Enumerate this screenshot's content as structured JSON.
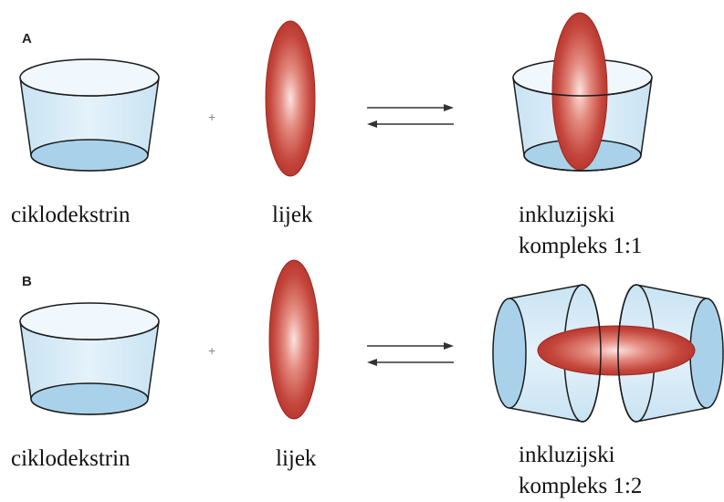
{
  "panel_a": {
    "letter": "A",
    "host_label": "ciklodekstrin",
    "plus": "+",
    "guest_label": "lijek",
    "complex_label_line1": "inkluzijski",
    "complex_label_line2": "kompleks 1:1"
  },
  "panel_b": {
    "letter": "B",
    "host_label": "ciklodekstrin",
    "plus": "+",
    "guest_label": "lijek",
    "complex_label_line1": "inkluzijski",
    "complex_label_line2": "kompleks 1:2"
  },
  "colors": {
    "cup_fill": "#d3e9f5",
    "cup_inner": "#a9d2ea",
    "drug_edge": "#b3322a",
    "drug_core": "#fbe3df",
    "arrow": "#333333"
  }
}
